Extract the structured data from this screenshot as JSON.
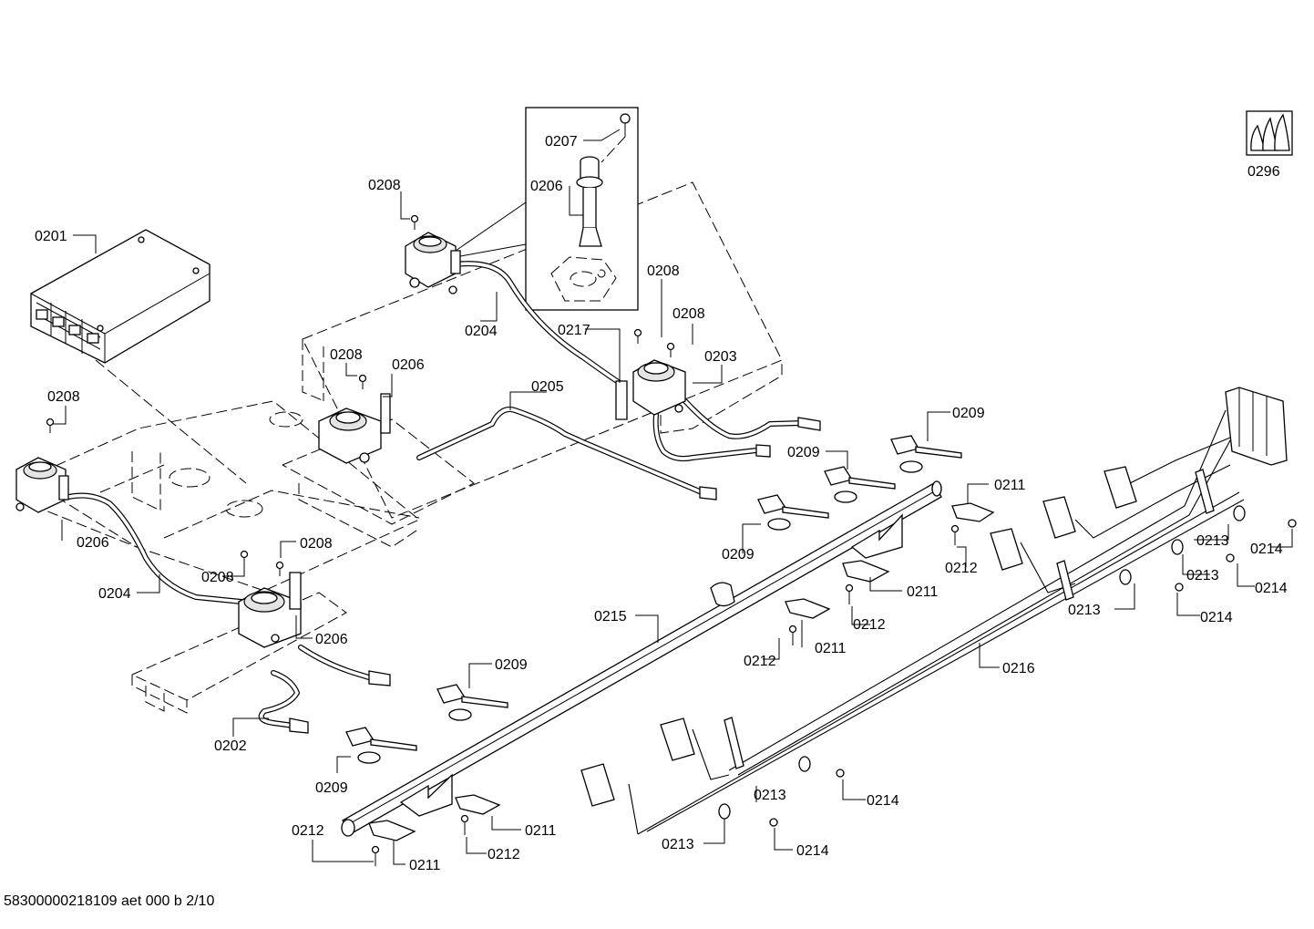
{
  "footer": {
    "drawing_id": "58300000218109 aet 000 b 2/10"
  },
  "labels": [
    {
      "id": "l0",
      "text": "0201"
    },
    {
      "id": "l1",
      "text": "0208"
    },
    {
      "id": "l2",
      "text": "0207"
    },
    {
      "id": "l3",
      "text": "0206"
    },
    {
      "id": "l4",
      "text": "0208"
    },
    {
      "id": "l5",
      "text": "0204"
    },
    {
      "id": "l6",
      "text": "0217"
    },
    {
      "id": "l7",
      "text": "0208"
    },
    {
      "id": "l8",
      "text": "0203"
    },
    {
      "id": "l9",
      "text": "0208"
    },
    {
      "id": "l10",
      "text": "0206"
    },
    {
      "id": "l11",
      "text": "0205"
    },
    {
      "id": "l12",
      "text": "0208"
    },
    {
      "id": "l13",
      "text": "0206"
    },
    {
      "id": "l14",
      "text": "0204"
    },
    {
      "id": "l15",
      "text": "0208"
    },
    {
      "id": "l16",
      "text": "0208"
    },
    {
      "id": "l17",
      "text": "0206"
    },
    {
      "id": "l18",
      "text": "0209"
    },
    {
      "id": "l19",
      "text": "0209"
    },
    {
      "id": "l20",
      "text": "0211"
    },
    {
      "id": "l21",
      "text": "0209"
    },
    {
      "id": "l22",
      "text": "0212"
    },
    {
      "id": "l23",
      "text": "0211"
    },
    {
      "id": "l24",
      "text": "0212"
    },
    {
      "id": "l25",
      "text": "0212"
    },
    {
      "id": "l26",
      "text": "0211"
    },
    {
      "id": "l27",
      "text": "0215"
    },
    {
      "id": "l28",
      "text": "0213"
    },
    {
      "id": "l29",
      "text": "0214"
    },
    {
      "id": "l30",
      "text": "0213"
    },
    {
      "id": "l31",
      "text": "0214"
    },
    {
      "id": "l32",
      "text": "0213"
    },
    {
      "id": "l33",
      "text": "0214"
    },
    {
      "id": "l34",
      "text": "0216"
    },
    {
      "id": "l35",
      "text": "0209"
    },
    {
      "id": "l36",
      "text": "0202"
    },
    {
      "id": "l37",
      "text": "0209"
    },
    {
      "id": "l38",
      "text": "0213"
    },
    {
      "id": "l39",
      "text": "0214"
    },
    {
      "id": "l40",
      "text": "0213"
    },
    {
      "id": "l41",
      "text": "0214"
    },
    {
      "id": "l42",
      "text": "0212"
    },
    {
      "id": "l43",
      "text": "0211"
    },
    {
      "id": "l44",
      "text": "0212"
    },
    {
      "id": "l45",
      "text": "0211"
    },
    {
      "id": "l46",
      "text": "0296"
    }
  ]
}
